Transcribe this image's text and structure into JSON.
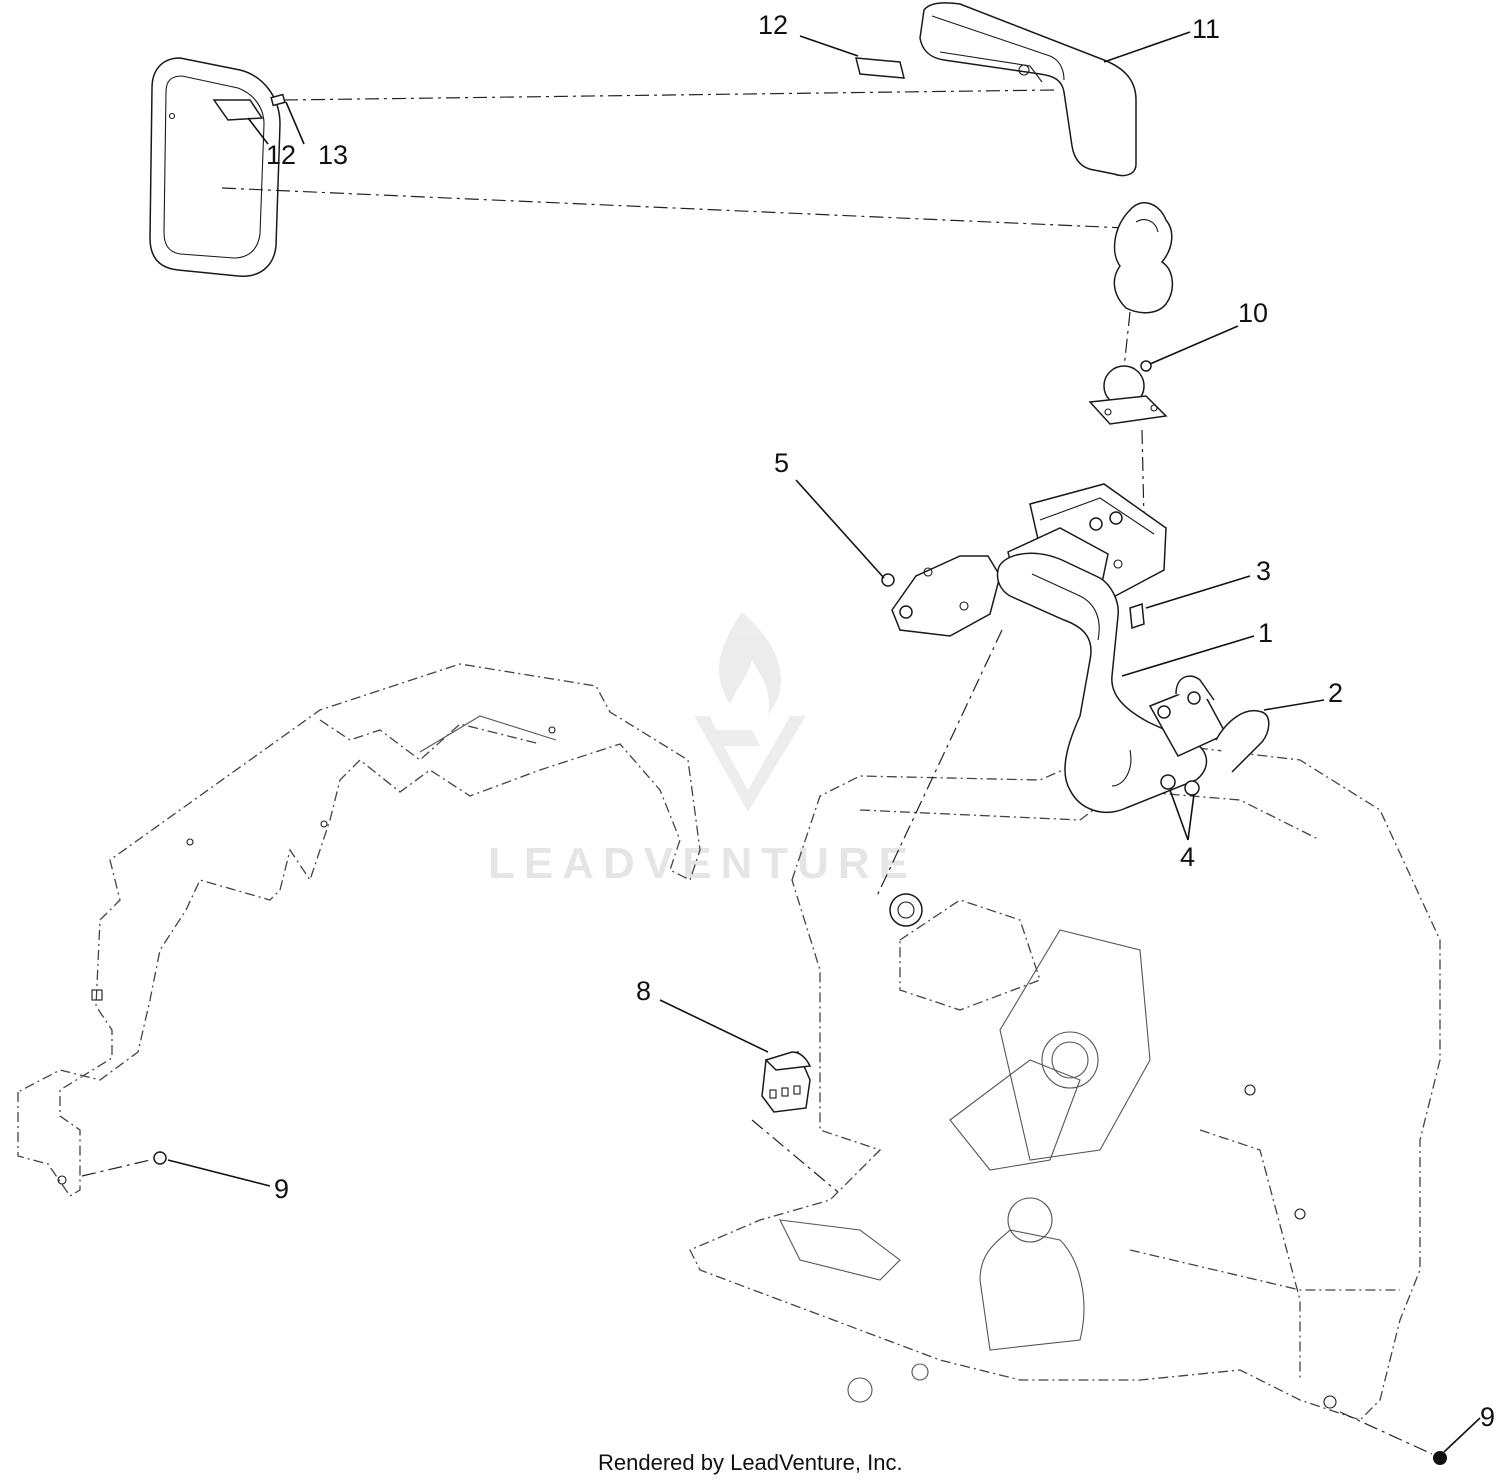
{
  "diagram": {
    "callouts": [
      {
        "id": "c12a",
        "label": "12"
      },
      {
        "id": "c11",
        "label": "11"
      },
      {
        "id": "c12b",
        "label": "12"
      },
      {
        "id": "c13",
        "label": "13"
      },
      {
        "id": "c10",
        "label": "10"
      },
      {
        "id": "c5",
        "label": "5"
      },
      {
        "id": "c3",
        "label": "3"
      },
      {
        "id": "c1",
        "label": "1"
      },
      {
        "id": "c2",
        "label": "2"
      },
      {
        "id": "c4",
        "label": "4"
      },
      {
        "id": "c8",
        "label": "8"
      },
      {
        "id": "c9a",
        "label": "9"
      },
      {
        "id": "c9b",
        "label": "9"
      }
    ],
    "watermark": "LEADVENTURE",
    "footer": "Rendered by LeadVenture, Inc."
  }
}
